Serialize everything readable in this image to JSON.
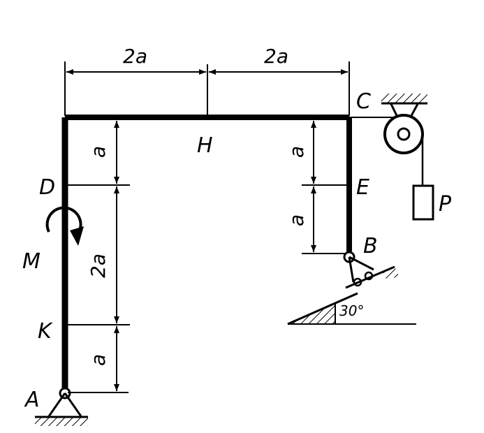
{
  "labels": {
    "A": "A",
    "B": "B",
    "C": "C",
    "D": "D",
    "E": "E",
    "H": "H",
    "K": "K",
    "M": "M",
    "P": "P"
  },
  "dimensions": {
    "top_left": "2a",
    "top_right": "2a",
    "left_top": "a",
    "left_mid": "2a",
    "left_bottom": "a",
    "right_top": "a",
    "right_bottom": "a"
  },
  "angle": "30°"
}
